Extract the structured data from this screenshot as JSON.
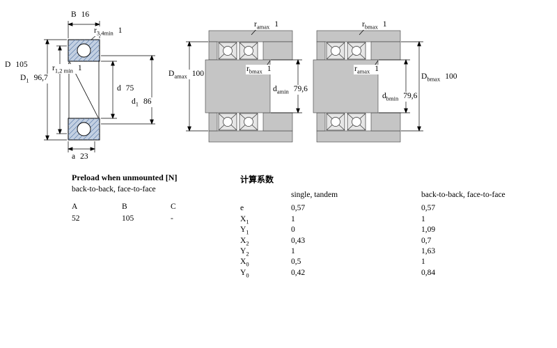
{
  "section_drawing": {
    "dims": {
      "B": {
        "base": "B",
        "sub": "",
        "value": "16"
      },
      "r34": {
        "base": "r",
        "sub": "3,4min",
        "value": "1"
      },
      "D": {
        "base": "D",
        "sub": "",
        "value": "105"
      },
      "r12": {
        "base": "r",
        "sub": "1,2 min",
        "value": "1"
      },
      "D1": {
        "base": "D",
        "sub": "1",
        "value": "96,7"
      },
      "d": {
        "base": "d",
        "sub": "",
        "value": "75"
      },
      "d1": {
        "base": "d",
        "sub": "1",
        "value": "86"
      },
      "a": {
        "base": "a",
        "sub": "",
        "value": "23"
      }
    }
  },
  "arrangement_left": {
    "dims": {
      "r_top": {
        "base": "r",
        "sub": "amax",
        "value": "1"
      },
      "Da": {
        "base": "D",
        "sub": "amax",
        "value": "100"
      },
      "r_mid": {
        "base": "r",
        "sub": "bmax",
        "value": "1"
      },
      "da": {
        "base": "d",
        "sub": "amin",
        "value": "79,6"
      }
    }
  },
  "arrangement_right": {
    "dims": {
      "r_top": {
        "base": "r",
        "sub": "bmax",
        "value": "1"
      },
      "r_mid": {
        "base": "r",
        "sub": "amax",
        "value": "1"
      },
      "db": {
        "base": "d",
        "sub": "bmin",
        "value": "79,6"
      },
      "Db": {
        "base": "D",
        "sub": "bmax",
        "value": "100"
      }
    }
  },
  "preload": {
    "title": "Preload when unmounted [N]",
    "subtitle": "back-to-back, face-to-face",
    "headers": [
      "A",
      "B",
      "C"
    ],
    "values": [
      "52",
      "105",
      "-"
    ]
  },
  "factors": {
    "title": "计算系数",
    "col_single": "single, tandem",
    "col_btb": "back-to-back, face-to-face",
    "rows": [
      {
        "base": "e",
        "sub": "",
        "single": "0,57",
        "btb": "0,57"
      },
      {
        "base": "X",
        "sub": "1",
        "single": "1",
        "btb": "1"
      },
      {
        "base": "Y",
        "sub": "1",
        "single": "0",
        "btb": "1,09"
      },
      {
        "base": "X",
        "sub": "2",
        "single": "0,43",
        "btb": "0,7"
      },
      {
        "base": "Y",
        "sub": "2",
        "single": "1",
        "btb": "1,63"
      },
      {
        "base": "X",
        "sub": "0",
        "single": "0,5",
        "btb": "1"
      },
      {
        "base": "Y",
        "sub": "0",
        "single": "0,42",
        "btb": "0,84"
      }
    ]
  },
  "colors": {
    "ring_fill": "#c3d0e2",
    "hatch": "#5f7dab",
    "steel_gray": "#c5c5c5",
    "line": "#000000"
  }
}
